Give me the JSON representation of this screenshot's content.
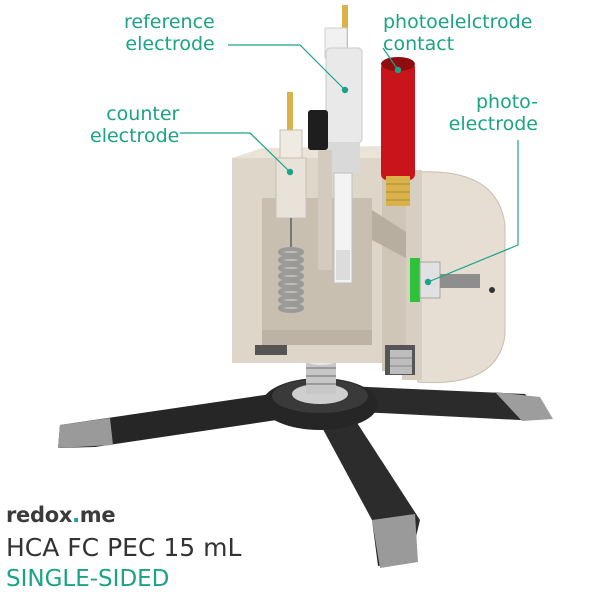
{
  "labels": {
    "reference_electrode": "reference\nelectrode",
    "photoelectrode_contact": "photoelelctrode\ncontact",
    "counter_electrode": "counter\nelectrode",
    "photoelectrode": "photo-\nelectrode"
  },
  "brand": {
    "prefix": "redox",
    "dot": ".",
    "suffix": "me"
  },
  "model": "HCA FC PEC 15 mL",
  "variant": "SINGLE-SIDED",
  "colors": {
    "accent": "#1aa386",
    "body": "#ddd5c8",
    "cutaway": "#c9c0b2",
    "stand": "#2b2b2b",
    "foot": "#8a8a8a",
    "contact_red": "#c8141a",
    "gasket_green": "#2cc23a"
  }
}
